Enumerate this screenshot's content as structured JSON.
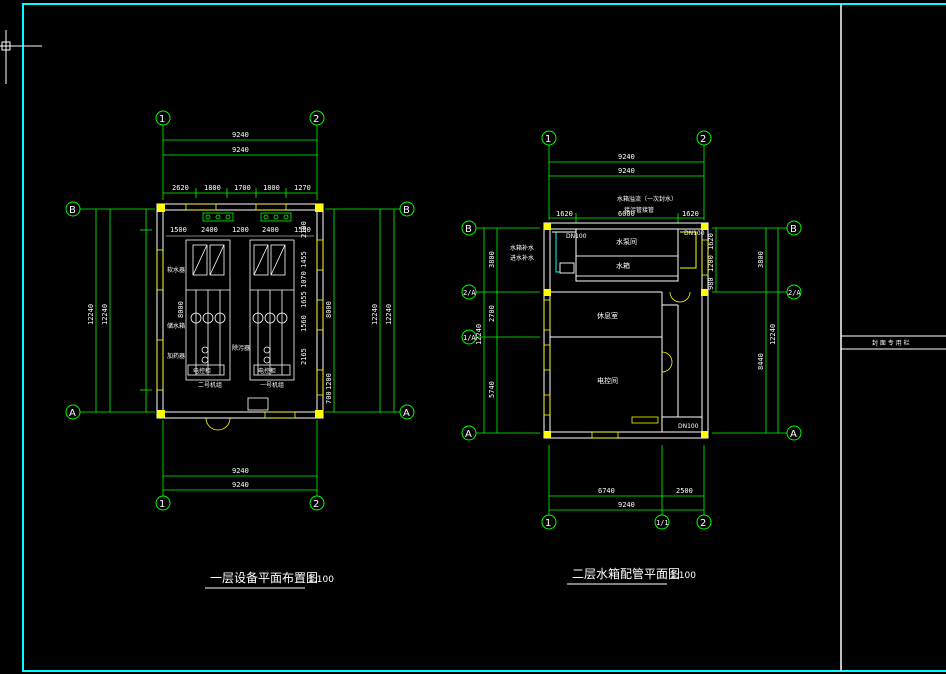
{
  "colors": {
    "background": "#000000",
    "frame": "#00ffff",
    "lines": "#ffffff",
    "dimension_lines": "#00ff00",
    "columns": "#ffff00",
    "axis_bubble": "#00ff00",
    "equipment": "#00ff00",
    "windows": "#ffff00"
  },
  "plan1": {
    "title": "一层设备平面布置图",
    "scale": "1:100",
    "axes": {
      "one": "1",
      "two": "2",
      "a": "A",
      "b": "B"
    },
    "top_dims": {
      "total1": "9240",
      "total2": "9240",
      "segments": [
        "2620",
        "1800",
        "1700",
        "1800",
        "1270"
      ]
    },
    "bottom_dims": {
      "total1": "9240",
      "total2": "9240"
    },
    "inner_dims": [
      "1500",
      "2400",
      "1200",
      "2400",
      "1500"
    ],
    "left_dims": {
      "total": "12240",
      "total_inner": "12240",
      "mid": "8000"
    },
    "right_dims": {
      "total": "12240",
      "total_inner": "12240",
      "mid": "8000"
    },
    "right_inner_dims": [
      "2100",
      "1455",
      "1070",
      "1655",
      "1560",
      "2165",
      "700",
      "1200"
    ],
    "labels": {
      "equip1": "软水器",
      "equip2": "储水箱",
      "equip3": "加药器",
      "equip4": "除污器",
      "room1": "二号机组",
      "room2": "一号机组",
      "box1": "电控柜",
      "box2": "电控柜"
    }
  },
  "plan2": {
    "title": "二层水箱配管平面图",
    "scale": "1:100",
    "axes": {
      "one": "1",
      "two": "2",
      "one_a": "1/1",
      "a": "A",
      "b": "B",
      "two_a": "2/A",
      "one_over_a": "1/A"
    },
    "top_dims": {
      "total1": "9240",
      "total2": "9240",
      "segments": [
        "1620",
        "6000",
        "1620"
      ]
    },
    "bottom_dims": {
      "segments": [
        "6740",
        "2500"
      ],
      "total": "9240"
    },
    "left_dims": {
      "total": "12240",
      "segments": [
        "3800",
        "2700",
        "5740"
      ]
    },
    "right_dims": {
      "total": "12240",
      "segments": [
        "3800",
        "8440"
      ],
      "inner": [
        "1620",
        "1200",
        "980"
      ]
    },
    "labels": {
      "note1": "水箱溢流（一次封水）",
      "note2": "接污管接管",
      "note3": "水箱补水",
      "note4": "进水补水",
      "pipe1": "DN100",
      "pipe2": "DN100",
      "pipe3": "DN100",
      "room_water": "水泵间",
      "room_tank": "水箱",
      "room_rest": "休息室",
      "room_control": "电控间"
    }
  },
  "titleblock": {
    "row_label": "封 面 专 用 栏"
  }
}
